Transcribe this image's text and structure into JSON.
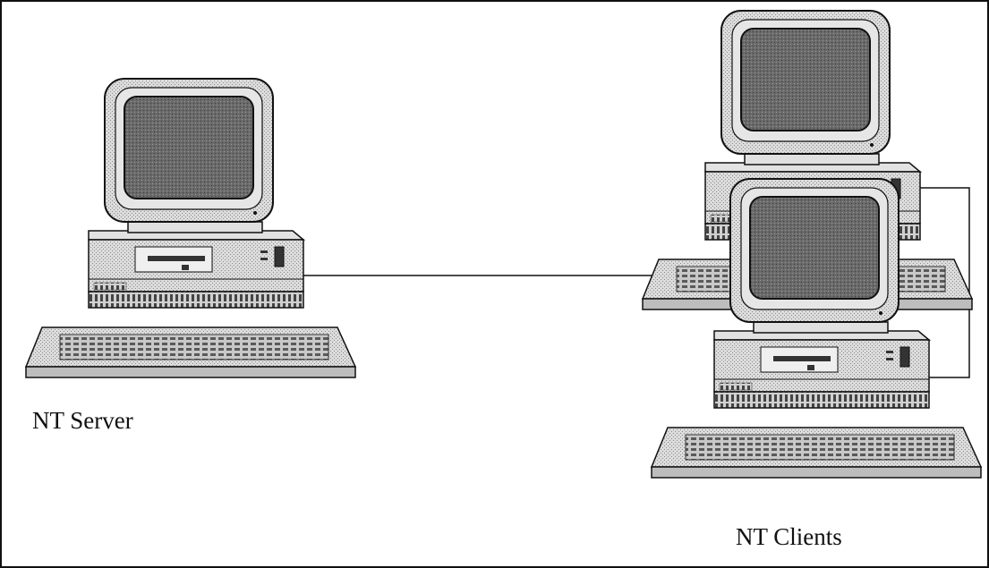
{
  "diagram": {
    "nodes": [
      {
        "id": "server",
        "label": "NT Server",
        "icon": "desktop-computer-icon"
      },
      {
        "id": "client-1",
        "label": "",
        "icon": "desktop-computer-icon"
      },
      {
        "id": "client-2",
        "label": "",
        "icon": "desktop-computer-icon"
      }
    ],
    "group_labels": {
      "server": "NT Server",
      "clients": "NT Clients"
    },
    "edges": [
      {
        "from": "server",
        "to": "client-1"
      },
      {
        "from": "client-1",
        "to": "client-2"
      }
    ]
  },
  "colors": {
    "line": "#111111",
    "screen": "#6e6e6e",
    "bezel": "#cfcfcf",
    "case": "#d4d4d4",
    "background": "#ffffff"
  }
}
